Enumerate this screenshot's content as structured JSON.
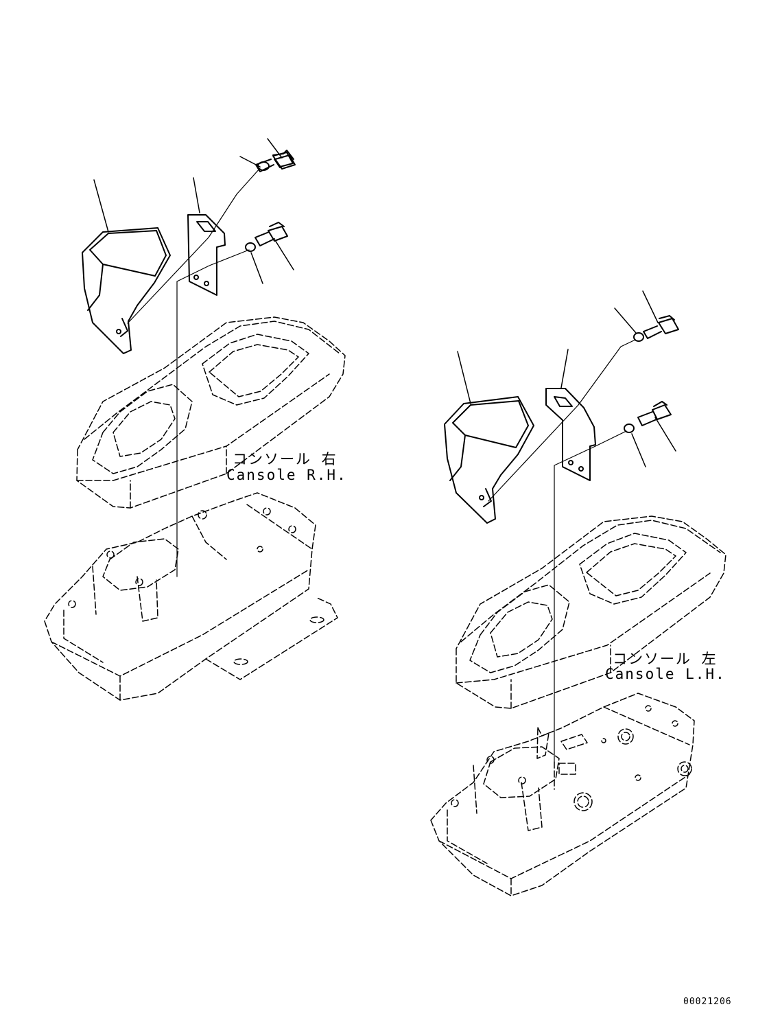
{
  "labels": {
    "rh_jp": "コンソール 右",
    "rh_en": "Cansole R.H.",
    "lh_jp": "コンソール 左",
    "lh_en": "Cansole L.H."
  },
  "drawing_number": "00021206"
}
